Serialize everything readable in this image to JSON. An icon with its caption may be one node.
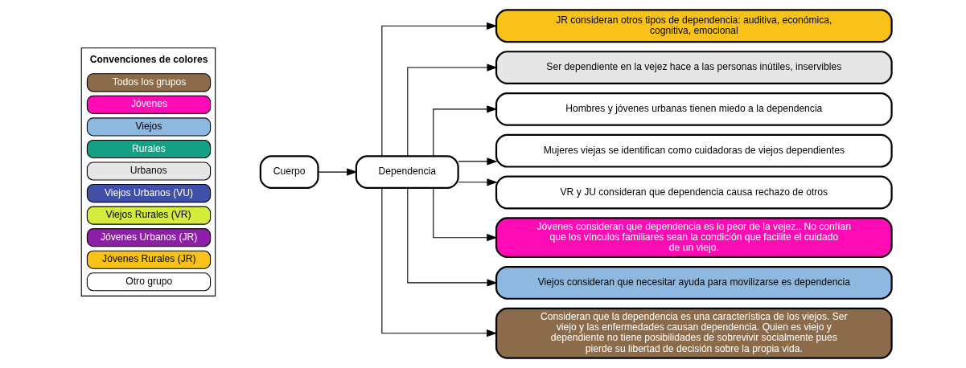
{
  "diagram": {
    "nodes": [
      {
        "text": [
          "Cuerpo"
        ]
      },
      {
        "text": [
          "Dependencia"
        ]
      },
      {
        "text": [
          "JR consideran otros tipos de dependencia: auditiva, económica, cognitiva, emocional"
        ]
      },
      {
        "text": [
          "Ser dependiente en la vejez hace a las personas inútiles, inservibles"
        ]
      },
      {
        "text": [
          "Hombres y jóvenes urbanas tienen miedo a la dependencia"
        ]
      },
      {
        "text": [
          "Mujeres viejas se identifican como cuidadoras de viejos dependientes"
        ]
      },
      {
        "text": [
          "VR y JU consideran que dependencia causa rechazo de otros"
        ]
      },
      {
        "text": [
          "Jóvenes consideran que dependencia es lo peor de la vejez.. No confían que los vínculos familiares sean la condición que facilite el cuidado de un viejo."
        ]
      },
      {
        "text": [
          "Viejos consideran que necesitar ayuda para movilizarse es dependencia"
        ]
      },
      {
        "text": [
          "Consideran que la dependencia es una característica de los viejos. Ser viejo y las enfermedades causan dependencia. Quien es viejo y dependiente no tiene posibilidades de sobrevivir socialmente pues pierde su libertad de decisión sobre la propia vida."
        ]
      }
    ],
    "edges": [
      {
        "from": 0,
        "to": 1,
        "arrow": "to"
      },
      {
        "from": 1,
        "to": 2,
        "arrow": "to"
      },
      {
        "from": 1,
        "to": 3,
        "arrow": "to"
      },
      {
        "from": 1,
        "to": 4,
        "arrow": "to"
      },
      {
        "from": 1,
        "to": 5,
        "arrow": "to"
      },
      {
        "from": 1,
        "to": 6,
        "arrow": "to"
      },
      {
        "from": 1,
        "to": 7,
        "arrow": "to"
      },
      {
        "from": 1,
        "to": 8,
        "arrow": "to"
      },
      {
        "from": 1,
        "to": 9,
        "arrow": "to"
      }
    ],
    "labels": [
      "Convenciones de colores"
    ],
    "legend": [
      {
        "text": "Todos los grupos",
        "color": "#8b6b4a"
      },
      {
        "text": "Jóvenes",
        "color": "#ff0bb5"
      },
      {
        "text": "Viejos",
        "color": "#8fb8e0"
      },
      {
        "text": "Rurales",
        "color": "#13a085"
      },
      {
        "text": "Urbanos",
        "color": "#e6e6e6"
      },
      {
        "text": "Viejos Urbanos (VU)",
        "color": "#4050a8"
      },
      {
        "text": "Viejos Rurales (VR)",
        "color": "#d4ec3c"
      },
      {
        "text": "Jóvenes Urbanos (JR)",
        "color": "#8e1ea8"
      },
      {
        "text": "Jóvenes Rurales (JR)",
        "color": "#f8c21a"
      },
      {
        "text": "Otro grupo",
        "color": "#ffffff"
      }
    ]
  }
}
